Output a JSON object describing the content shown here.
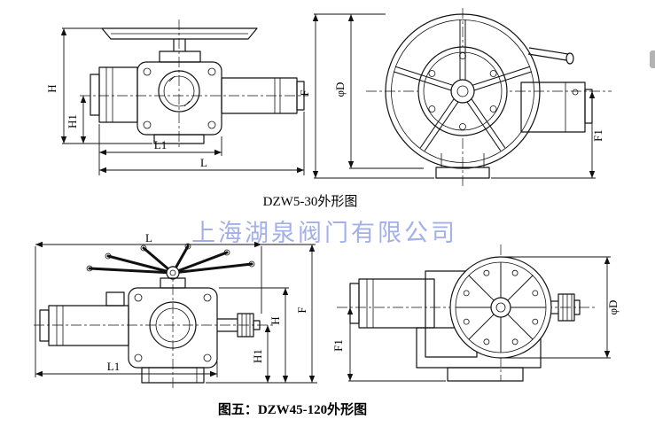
{
  "page": {
    "background": "#ffffff"
  },
  "watermark": {
    "text": "上海湖泉阀门有限公司",
    "color": "#8c9ce4"
  },
  "figures": {
    "top": {
      "caption": "DZW5-30外形图",
      "side_dims": {
        "H": "H",
        "H1": "H1",
        "L1": "L1",
        "L": "L"
      },
      "front_dims": {
        "F": "F",
        "phiD": "φD",
        "F1": "F1"
      }
    },
    "bottom": {
      "caption": "图五：DZW45-120外形图",
      "side_dims": {
        "L": "L",
        "L1": "L1",
        "H": "H",
        "H1": "H1",
        "F": "F"
      },
      "front_dims": {
        "F1": "F1",
        "phiD": "φD"
      }
    }
  }
}
